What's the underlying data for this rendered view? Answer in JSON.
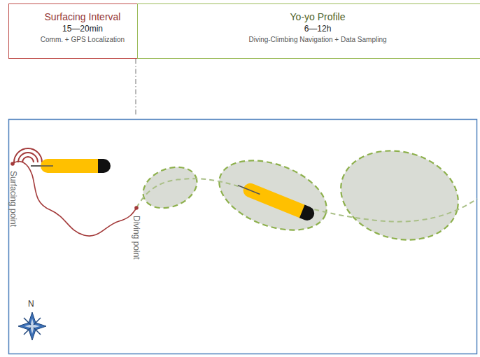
{
  "diagram": {
    "nodes": [
      {
        "text": [
          "Surfacing Interval",
          "15—20min",
          "Comm. + GPS Localization"
        ]
      },
      {
        "text": [
          "Yo-yo Profile",
          "6—12h",
          "Diving-Climbing Navigation + Data Sampling"
        ]
      }
    ],
    "labels": [
      "Surfacing point",
      "Diving point",
      "N"
    ]
  }
}
